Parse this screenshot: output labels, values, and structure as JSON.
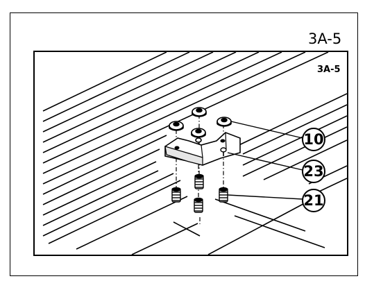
{
  "page": {
    "caption": "3A-5"
  },
  "figure": {
    "inner_label": "3A-5",
    "callouts": [
      "10",
      "23",
      "21"
    ]
  }
}
